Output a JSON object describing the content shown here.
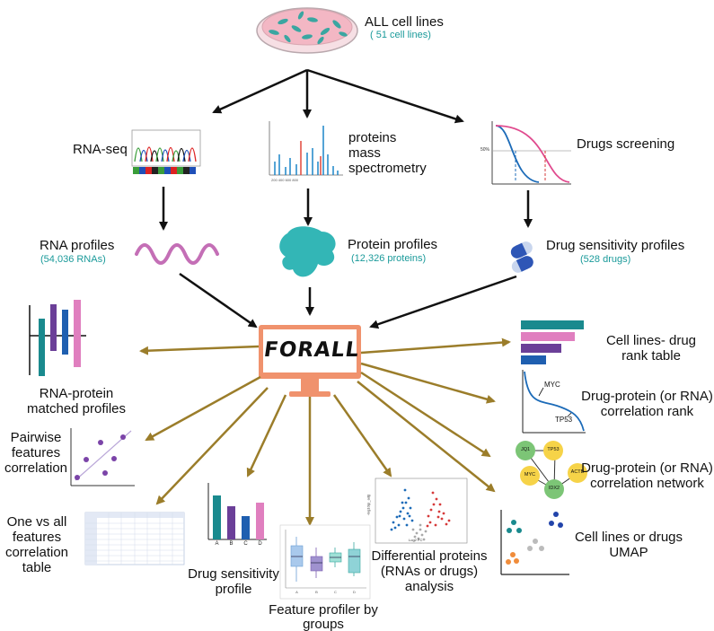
{
  "top": {
    "title": "ALL cell lines",
    "count": "( 51 cell lines)"
  },
  "methods": {
    "rna": "RNA-seq",
    "proteins": [
      "proteins",
      "mass",
      "spectrometry"
    ],
    "drugs": "Drugs screening",
    "chart_tick": "50%"
  },
  "profiles": {
    "rna": {
      "title": "RNA profiles",
      "count": "(54,036 RNAs)"
    },
    "protein": {
      "title": "Protein profiles",
      "count": "(12,326 proteins)"
    },
    "drug": {
      "title": "Drug sensitivity profiles",
      "count": "(528 drugs)"
    }
  },
  "center_logo": "FORALL",
  "outputs": {
    "matched": [
      "RNA-protein",
      "matched profiles"
    ],
    "pairwise": [
      "Pairwise",
      "features",
      "correlation"
    ],
    "one_vs_all": [
      "One vs all",
      "features",
      "correlation",
      "table"
    ],
    "drug_sens": [
      "Drug sensitivity",
      "profile"
    ],
    "feature_profiler": [
      "Feature profiler by",
      "groups"
    ],
    "differential": [
      "Differential proteins",
      "(RNAs or drugs)",
      "analysis"
    ],
    "rank_table": [
      "Cell lines- drug",
      "rank table"
    ],
    "corr_rank": [
      "Drug-protein (or RNA)",
      "correlation rank"
    ],
    "corr_network": [
      "Drug-protein (or RNA)",
      "correlation network"
    ],
    "umap": [
      "Cell lines or drugs",
      "UMAP"
    ]
  },
  "rank_labels": {
    "myc": "MYC",
    "tp53": "TP53"
  },
  "network_nodes": [
    "JQ1",
    "TP53",
    "MYC",
    "ACTB",
    "IDX2"
  ],
  "bar_categories": [
    "A",
    "B",
    "C",
    "D"
  ],
  "box_categories": [
    "A",
    "B",
    "C",
    "D"
  ],
  "volcano_axes": {
    "x": "Log2 FC",
    "y": "-log10(p_adj)"
  },
  "colors": {
    "black_arrow": "#111111",
    "olive_arrow": "#9b7d2a",
    "teal": "#1a9a9a",
    "monitor": "#f0926d"
  }
}
